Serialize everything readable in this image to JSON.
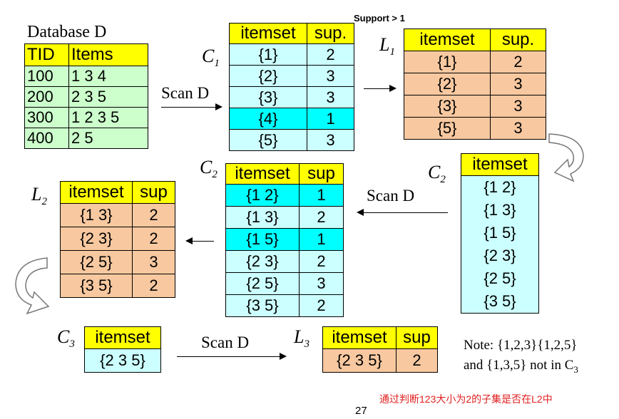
{
  "colors": {
    "header": "#ffff00",
    "db_fill": "#ccffcc",
    "cand_fill": "#ccffff",
    "cand_highlight": "#00ffff",
    "large_fill": "#f8c8a0",
    "red": "#e02020"
  },
  "database": {
    "title": "Database D",
    "headers": [
      "TID",
      "Items"
    ],
    "rows": [
      [
        "100",
        "1 3 4"
      ],
      [
        "200",
        "2 3 5"
      ],
      [
        "300",
        "1 2 3 5"
      ],
      [
        "400",
        "2 5"
      ]
    ]
  },
  "scan_label": "Scan D",
  "support_label": "Support > 1",
  "labels": {
    "C": "C",
    "L": "L",
    "sub1": "1",
    "sub2": "2",
    "sub3": "3"
  },
  "c1": {
    "headers": [
      "itemset",
      "sup."
    ],
    "rows": [
      [
        "{1}",
        "2"
      ],
      [
        "{2}",
        "3"
      ],
      [
        "{3}",
        "3"
      ],
      [
        "{4}",
        "1"
      ],
      [
        "{5}",
        "3"
      ]
    ]
  },
  "l1": {
    "headers": [
      "itemset",
      "sup."
    ],
    "rows": [
      [
        "{1}",
        "2"
      ],
      [
        "{2}",
        "3"
      ],
      [
        "{3}",
        "3"
      ],
      [
        "{5}",
        "3"
      ]
    ]
  },
  "c2_list": {
    "header": "itemset",
    "rows": [
      "{1 2}",
      "{1 3}",
      "{1 5}",
      "{2 3}",
      "{2 5}",
      "{3 5}"
    ]
  },
  "c2_sup": {
    "headers": [
      "itemset",
      "sup"
    ],
    "rows": [
      [
        "{1 2}",
        "1"
      ],
      [
        "{1 3}",
        "2"
      ],
      [
        "{1 5}",
        "1"
      ],
      [
        "{2 3}",
        "2"
      ],
      [
        "{2 5}",
        "3"
      ],
      [
        "{3 5}",
        "2"
      ]
    ]
  },
  "l2": {
    "headers": [
      "itemset",
      "sup"
    ],
    "rows": [
      [
        "{1 3}",
        "2"
      ],
      [
        "{2 3}",
        "2"
      ],
      [
        "{2 5}",
        "3"
      ],
      [
        "{3 5}",
        "2"
      ]
    ]
  },
  "c3": {
    "header": "itemset",
    "rows": [
      "{2 3 5}"
    ]
  },
  "l3": {
    "headers": [
      "itemset",
      "sup"
    ],
    "rows": [
      [
        "{2 3 5}",
        "2"
      ]
    ]
  },
  "note": {
    "line1": "Note: {1,2,3}{1,2,5}",
    "line2_pre": "and {1,3,5} not in C",
    "line2_sub": "3"
  },
  "chinese_note": "通过判断123大小为2的子集是否在L2中",
  "page_number": "27"
}
